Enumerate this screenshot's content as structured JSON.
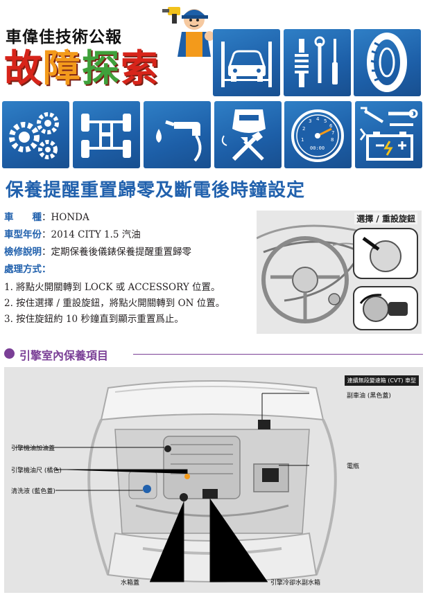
{
  "header": {
    "brand_title": "車偉佳技術公報",
    "brand_main": [
      "故",
      "障",
      "探",
      "索"
    ],
    "brand_colors": [
      "#d7241a",
      "#f39a1b",
      "#3fa13b",
      "#d7241a"
    ],
    "tile_icons": [
      "car-lift-icon",
      "suspension-tools-icon",
      "tire-icon",
      "gears-icon",
      "chassis-icon",
      "fuel-nozzle-icon",
      "welding-tools-icon",
      "speedometer-icon",
      "battery-tools-icon"
    ],
    "speedometer_reading": "00:00",
    "speedometer_ticks": [
      "1",
      "2",
      "3",
      "4",
      "5",
      "6",
      "7",
      "8"
    ]
  },
  "page_title": "保養提醒重置歸零及斷電後時鐘設定",
  "info": {
    "make_label": "車　　種",
    "make_value": "HONDA",
    "year_label": "車型年份",
    "year_value": "2014 CITY 1.5 汽油",
    "repair_label": "檢修說明",
    "repair_value": "定期保養後儀錶保養提醒重置歸零",
    "method_label": "處理方式：",
    "colon": "："
  },
  "steps": [
    "1. 將點火開關轉到 LOCK 或 ACCESSORY 位置。",
    "2. 按住選擇 / 重設旋鈕，將點火開關轉到 ON 位置。",
    "3. 按住旋鈕約 10 秒鐘直到顯示重置爲止。"
  ],
  "illustration": {
    "caption": "選擇 / 重設旋鈕"
  },
  "section": {
    "title": "引擎室內保養項目"
  },
  "engine": {
    "cvt_label": "連續無段變速箱 (CVT) 車型",
    "labels": {
      "cvt_oil": "副車油 (黑色蓋)",
      "oil_filler": "引擎機油加油蓋",
      "dipstick": "引擎機油尺 (橘色)",
      "battery": "電瓶",
      "washer": "清洗液 (藍色蓋)",
      "radiator_cap": "水箱蓋",
      "reservoir": "引擎冷卻水副水箱"
    }
  }
}
